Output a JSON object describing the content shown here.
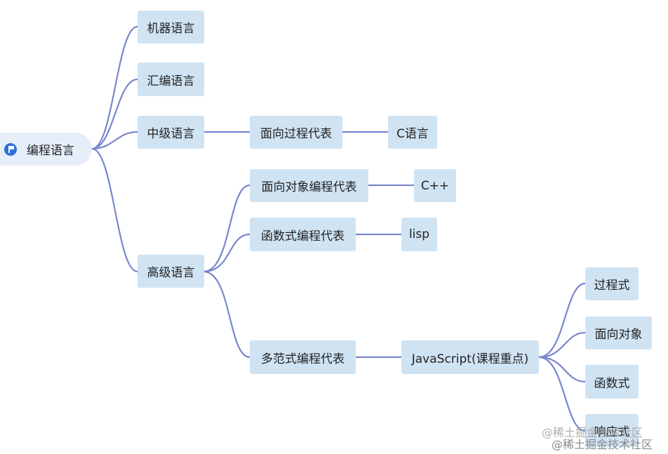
{
  "root": {
    "label": "编程语言",
    "icon": "flag-icon"
  },
  "level1": {
    "machine": "机器语言",
    "assembly": "汇编语言",
    "middle": "中级语言",
    "high": "高级语言"
  },
  "middle_children": {
    "procedural": "面向过程代表",
    "c_lang": "C语言"
  },
  "high_children": {
    "oop": "面向对象编程代表",
    "cpp": "C++",
    "functional": "函数式编程代表",
    "lisp": "lisp",
    "multi": "多范式编程代表",
    "javascript": "JavaScript(课程重点)"
  },
  "js_children": {
    "procedural": "过程式",
    "object": "面向对象",
    "functional": "函数式",
    "reactive": "响应式"
  },
  "watermark": "@稀土掘金技术社区",
  "colors": {
    "node_bg": "#cfe3f3",
    "root_bg": "#e6eefa",
    "connector": "#7886cc",
    "flag": "#2f6ed8"
  }
}
